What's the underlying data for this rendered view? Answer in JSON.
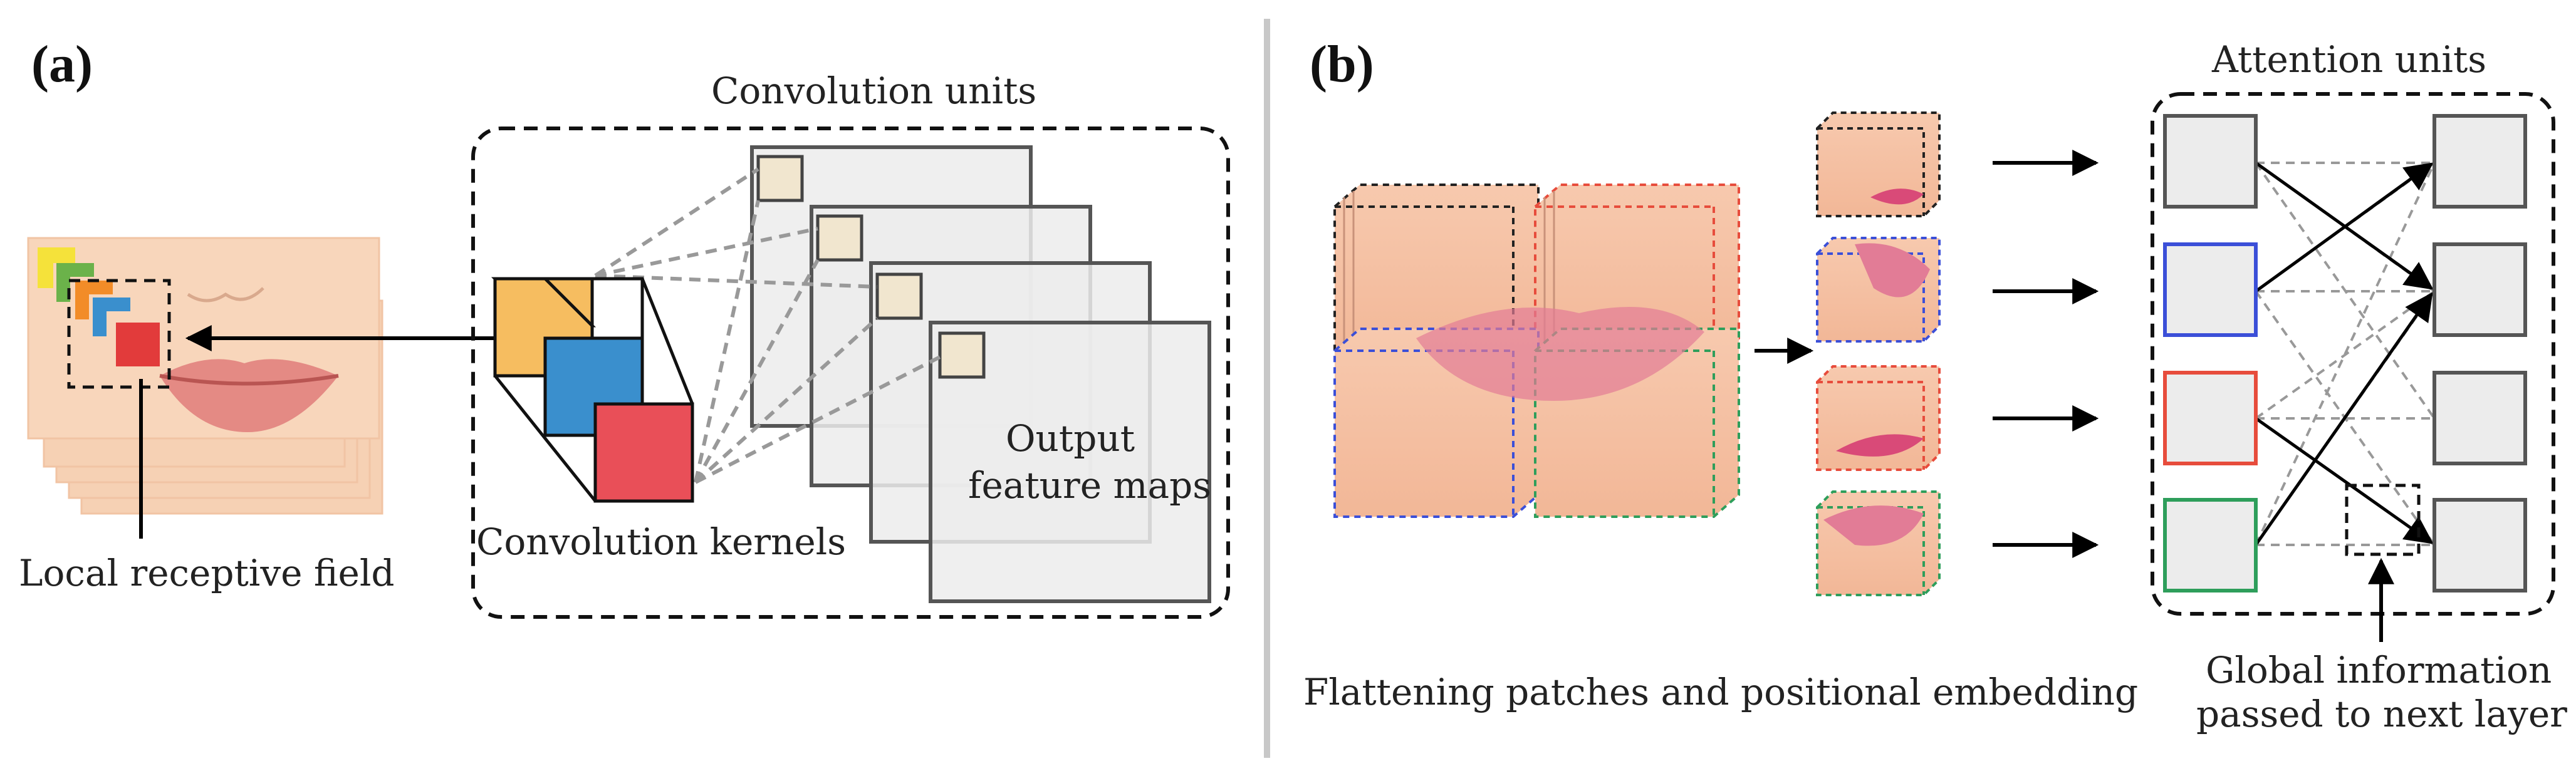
{
  "panel_a": {
    "tag": "(a)",
    "convolution_units_title": "Convolution units",
    "output_feature_maps_line1": "Output",
    "output_feature_maps_line2": "feature maps",
    "convolution_kernels_label": "Convolution kernels",
    "local_receptive_field_label": "Local receptive field",
    "kernel_colors": [
      "#f6bd60",
      "#3a8fcd",
      "#e94f58"
    ],
    "receptive_field_colors": [
      "#f5e23a",
      "#6bb24a",
      "#f28c28",
      "#3a8fcd",
      "#e23b3b"
    ]
  },
  "panel_b": {
    "tag": "(b)",
    "attention_units_title": "Attention units",
    "flattening_label": "Flattening patches and positional embedding",
    "global_info_line1": "Global information",
    "global_info_line2": "passed to next layer",
    "patch_colors": [
      "#222222",
      "#e74c3c",
      "#3b4fd8",
      "#2e9e5b"
    ]
  }
}
